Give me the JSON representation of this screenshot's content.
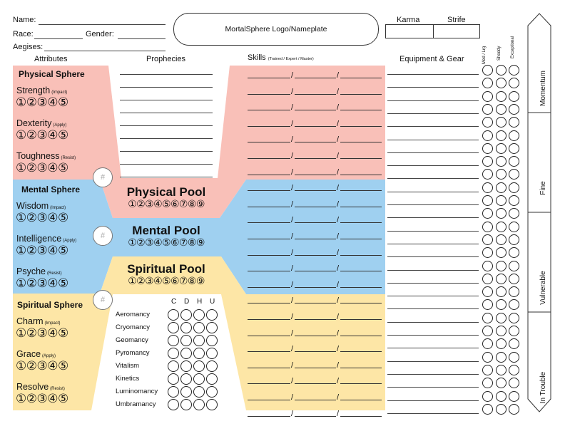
{
  "header": {
    "name_label": "Name:",
    "race_label": "Race:",
    "gender_label": "Gender:",
    "aegises_label": "Aegises:",
    "logo_text": "MortalSphere Logo/Nameplate",
    "karma_label": "Karma",
    "strife_label": "Strife"
  },
  "columns": {
    "attributes": "Attributes",
    "prophecies": "Prophecies",
    "skills": "Skills",
    "skills_note": "(Trained / Expert / Master)",
    "equipment": "Equipment & Gear",
    "med_lrg": "Med / Lrg",
    "shoddy": "Shoddy",
    "exceptional": "Exceptional"
  },
  "spheres": {
    "physical": {
      "title": "Physical Sphere",
      "attrs": [
        {
          "name": "Strength",
          "tag": "(Impact)",
          "dots": "①②③④⑤"
        },
        {
          "name": "Dexterity",
          "tag": "(Apply)",
          "dots": "①②③④⑤"
        },
        {
          "name": "Toughness",
          "tag": "(Resist)",
          "dots": "①②③④⑤"
        }
      ]
    },
    "mental": {
      "title": "Mental Sphere",
      "attrs": [
        {
          "name": "Wisdom",
          "tag": "(Impact)",
          "dots": "①②③④⑤"
        },
        {
          "name": "Intelligence",
          "tag": "(Apply)",
          "dots": "①②③④⑤"
        },
        {
          "name": "Psyche",
          "tag": "(Resist)",
          "dots": "①②③④⑤"
        }
      ]
    },
    "spiritual": {
      "title": "Spiritual Sphere",
      "attrs": [
        {
          "name": "Charm",
          "tag": "(Impact)",
          "dots": "①②③④⑤"
        },
        {
          "name": "Grace",
          "tag": "(Apply)",
          "dots": "①②③④⑤"
        },
        {
          "name": "Resolve",
          "tag": "(Resist)",
          "dots": "①②③④⑤"
        }
      ]
    }
  },
  "pools": {
    "physical": {
      "title": "Physical Pool",
      "dots": "①②③④⑤⑥⑦⑧⑨"
    },
    "mental": {
      "title": "Mental Pool",
      "dots": "①②③④⑤⑥⑦⑧⑨"
    },
    "spiritual": {
      "title": "Spiritual Pool",
      "dots": "①②③④⑤⑥⑦⑧⑨"
    }
  },
  "hash_symbol": "#",
  "elements": {
    "cols": [
      "C",
      "D",
      "H",
      "U"
    ],
    "rows": [
      "Aeromancy",
      "Cryomancy",
      "Geomancy",
      "Pyromancy",
      "Vitalism",
      "Kinetics",
      "Luminomancy",
      "Umbramancy"
    ]
  },
  "condition_track": [
    "Momentum",
    "Fine",
    "Vulnerable",
    "In Trouble"
  ],
  "colors": {
    "physical": "#f9c0b8",
    "mental": "#9fd0f0",
    "spiritual": "#fde6a6"
  }
}
